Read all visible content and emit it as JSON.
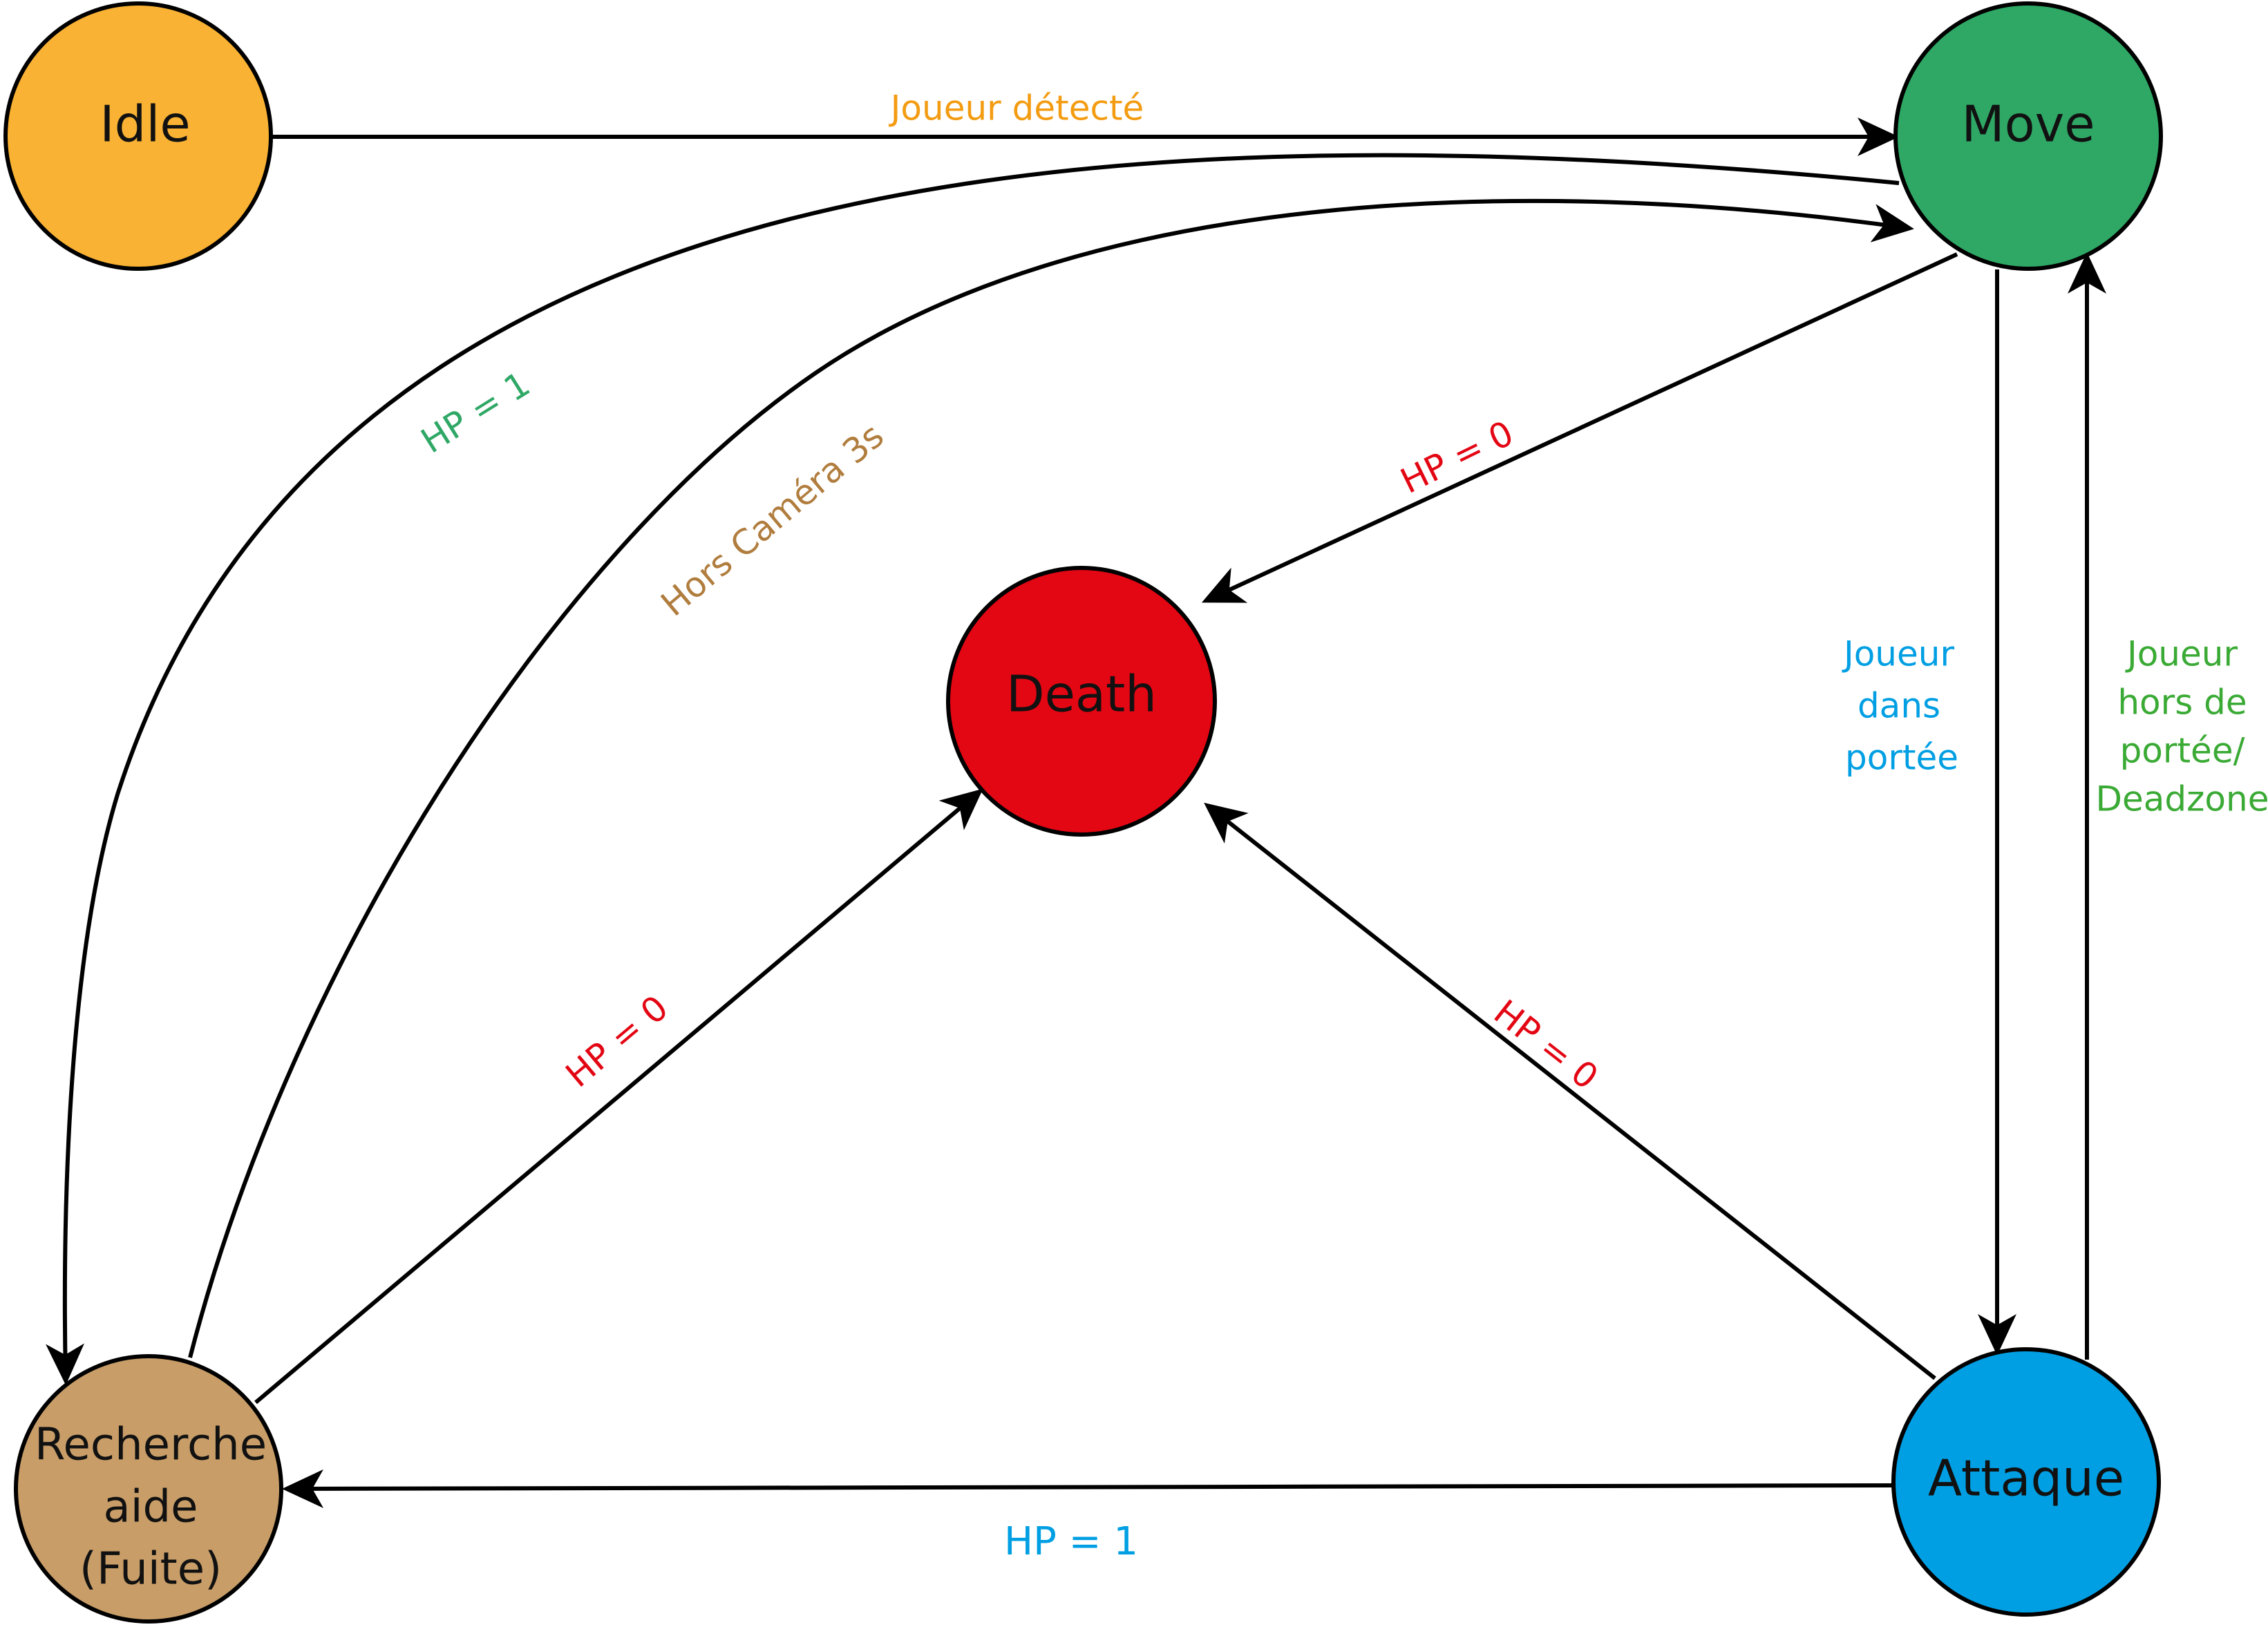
{
  "colors": {
    "idle": "#f9b233",
    "move": "#2fa866",
    "death": "#e30613",
    "recherche": "#c89d68",
    "attaque": "#009fe3",
    "label_orange": "#f39c12",
    "label_green_dark": "#2fa866",
    "label_brown": "#b07d3e",
    "label_red": "#e30613",
    "label_blue": "#009fe3",
    "label_green": "#3aaa35"
  },
  "nodes": {
    "idle": {
      "label": "Idle"
    },
    "move": {
      "label": "Move"
    },
    "death": {
      "label": "Death"
    },
    "recherche": {
      "label_lines": [
        "Recherche",
        "aide",
        "(Fuite)"
      ]
    },
    "attaque": {
      "label": "Attaque"
    }
  },
  "edges": {
    "idle_move": {
      "label": "Joueur détecté"
    },
    "move_recherche": {
      "label": "HP = 1"
    },
    "recherche_move": {
      "label": "Hors Caméra 3s"
    },
    "move_death": {
      "label": "HP = 0"
    },
    "recherche_death": {
      "label": "HP = 0"
    },
    "attaque_death": {
      "label": "HP = 0"
    },
    "attaque_recherche": {
      "label": "HP = 1"
    },
    "move_attaque": {
      "label_lines": [
        "Joueur",
        "dans",
        "portée"
      ]
    },
    "attaque_move": {
      "label_lines": [
        "Joueur",
        "hors de",
        "portée/",
        "Deadzone"
      ]
    }
  }
}
